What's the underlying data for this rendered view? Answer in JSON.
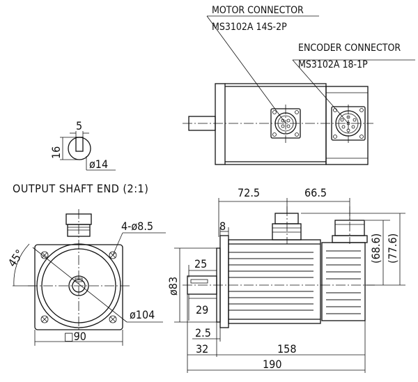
{
  "labels": {
    "motor_connector_title": "MOTOR CONNECTOR",
    "motor_connector_part": "MS3102A 14S-2P",
    "encoder_connector_title": "ENCODER CONNECTOR",
    "encoder_connector_part": "MS3102A 18-1P",
    "output_shaft_end": "OUTPUT SHAFT END (2:1)"
  },
  "dimensions": {
    "key_width": "5",
    "key_height": "16",
    "shaft_dia": "ø14",
    "angle": "45°",
    "mount_holes": "4-ø8.5",
    "pilot_circle": "ø104",
    "flange_square": "□90",
    "len_72_5": "72.5",
    "len_66_5": "66.5",
    "flange_thk": "8",
    "key_len": "25",
    "shaft_len_29": "29",
    "spigot_dia": "ø83",
    "spigot_len": "2.5",
    "shaft_32": "32",
    "body_158": "158",
    "total_190": "190",
    "height_68_6": "(68.6)",
    "height_77_6": "(77.6)"
  }
}
